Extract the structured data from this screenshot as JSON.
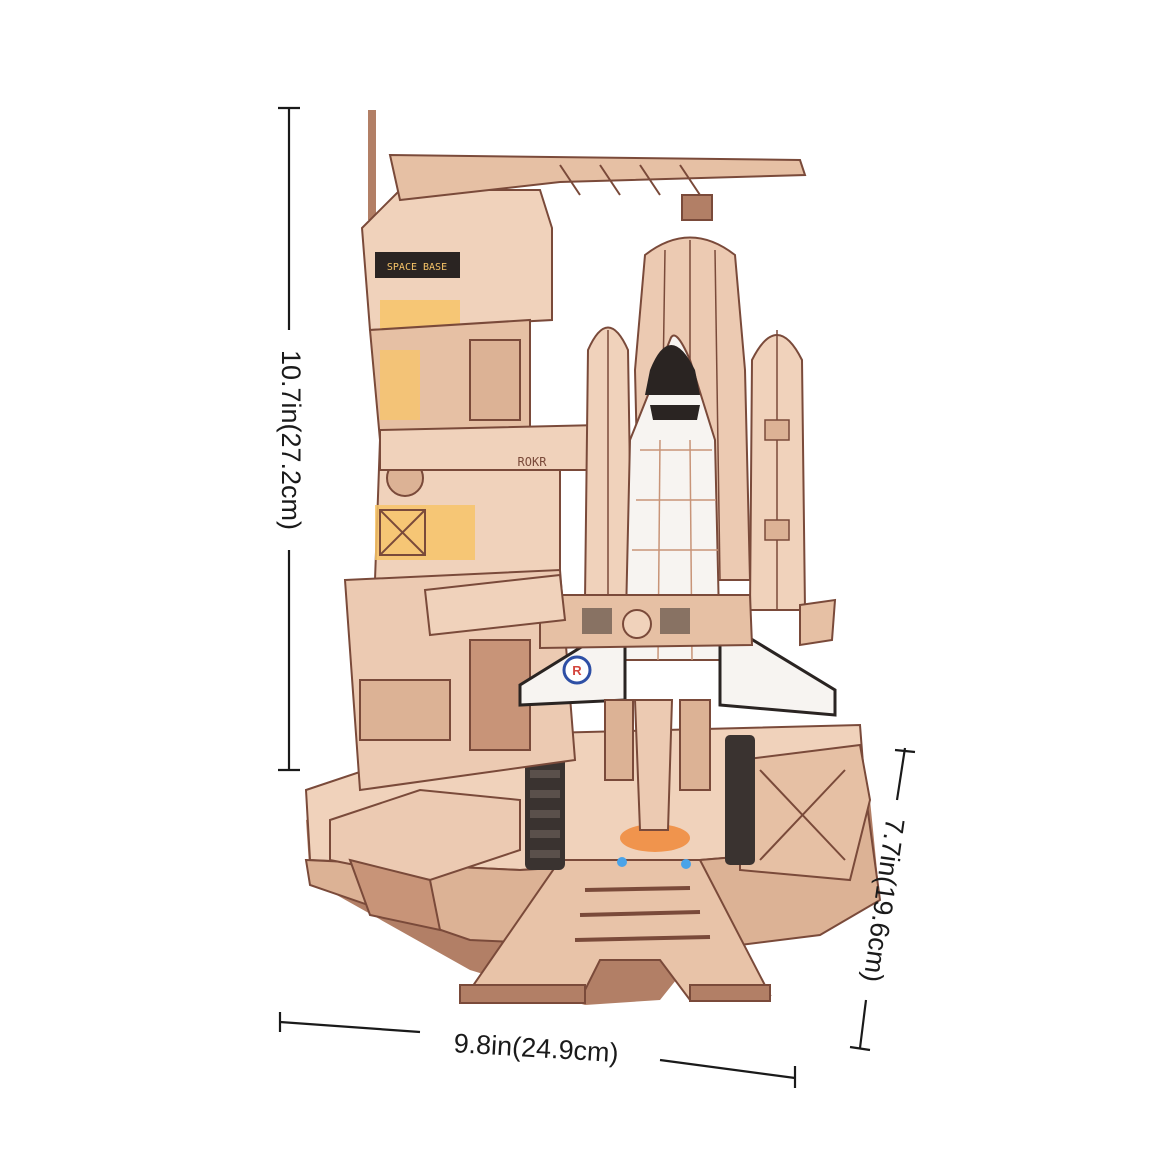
{
  "image": {
    "type": "product-dimension-photo",
    "background": "#ffffff"
  },
  "dimensions": {
    "height": "10.7in(27.2cm)",
    "width": "9.8in(24.9cm)",
    "depth": "7.7in(19.6cm)"
  },
  "model_labels": {
    "tower_sign": "SPACE BASE",
    "arm_sign": "ROKR",
    "logo_letter": "R"
  },
  "colors": {
    "wood_light": "#f0d2bb",
    "wood_mid": "#dcb295",
    "wood_dark": "#b27f66",
    "wood_edge": "#7a4a3a",
    "glow": "#f7c468",
    "shuttle_white": "#f7f4f1",
    "shuttle_black": "#2a2422",
    "accent_red": "#d3453d",
    "accent_blue": "#2e4fa5",
    "flame": "#f08a3a",
    "thruster_blue": "#4aa3e8",
    "dimension_ink": "#1a1a1a"
  }
}
